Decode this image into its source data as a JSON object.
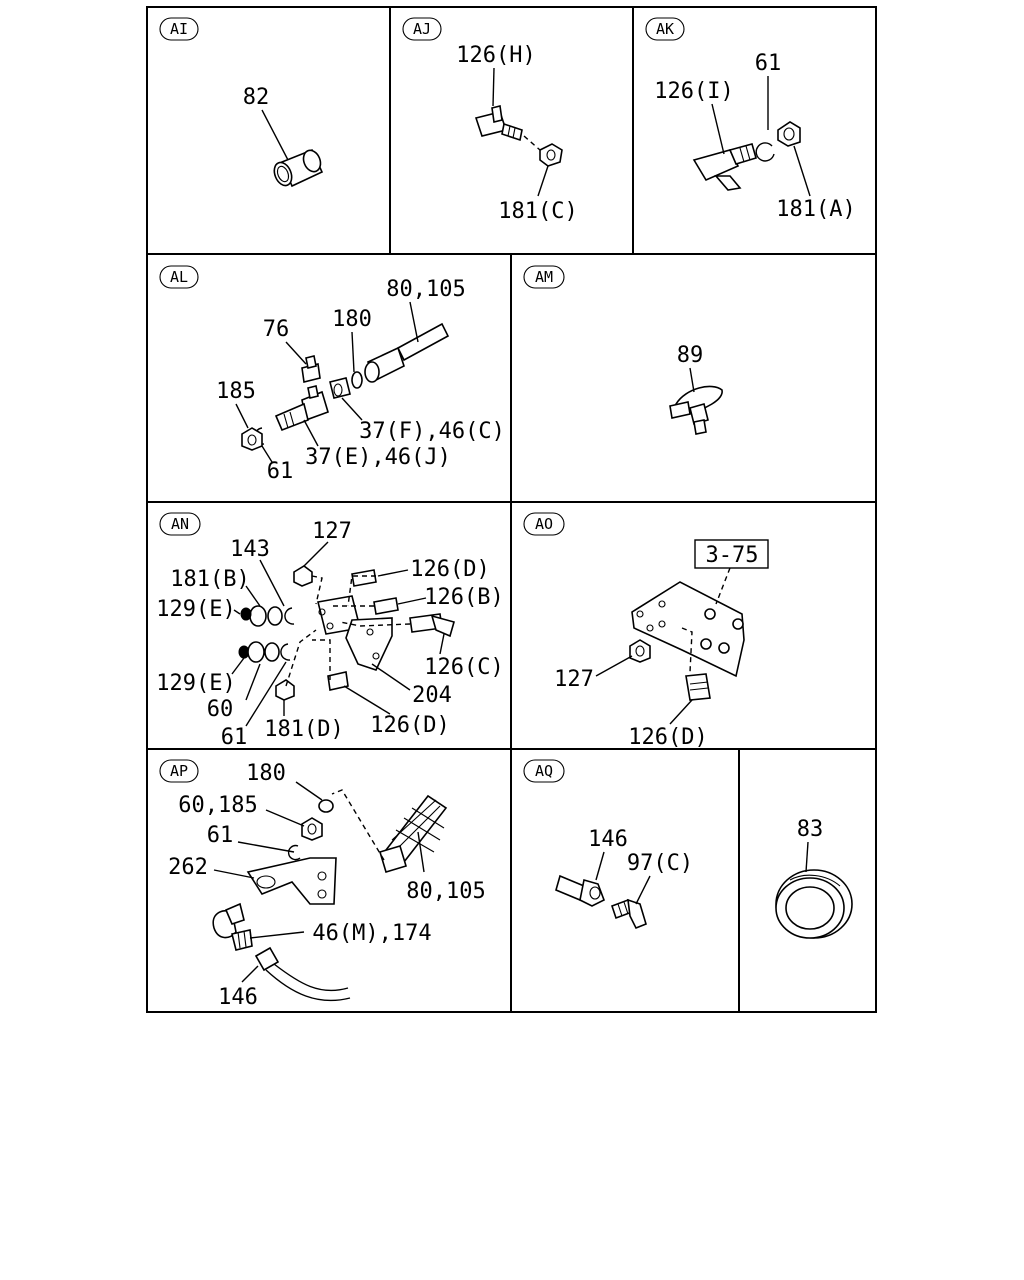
{
  "panels": {
    "ai": {
      "tag": "AI",
      "labels": {
        "p82": "82"
      }
    },
    "aj": {
      "tag": "AJ",
      "labels": {
        "p126h": "126(H)",
        "p181c": "181(C)"
      }
    },
    "ak": {
      "tag": "AK",
      "labels": {
        "p61": "61",
        "p126i": "126(I)",
        "p181a": "181(A)"
      }
    },
    "al": {
      "tag": "AL",
      "labels": {
        "p80_105": "80,105",
        "p76": "76",
        "p180": "180",
        "p185": "185",
        "p37f_46c": "37(F),46(C)",
        "p37e_46j": "37(E),46(J)",
        "p61": "61"
      }
    },
    "am": {
      "tag": "AM",
      "labels": {
        "p89": "89"
      }
    },
    "an": {
      "tag": "AN",
      "labels": {
        "p127": "127",
        "p143": "143",
        "p126d_top": "126(D)",
        "p181b": "181(B)",
        "p126b": "126(B)",
        "p129e_top": "129(E)",
        "p126c": "126(C)",
        "p129e_bottom": "129(E)",
        "p204": "204",
        "p60": "60",
        "p126d_bottom": "126(D)",
        "p61": "61",
        "p181d": "181(D)"
      }
    },
    "ao": {
      "tag": "AO",
      "labels": {
        "ref3_75": "3-75",
        "p127": "127",
        "p126d": "126(D)"
      }
    },
    "ap": {
      "tag": "AP",
      "labels": {
        "p180": "180",
        "p60_185": "60,185",
        "p61": "61",
        "p262": "262",
        "p80_105": "80,105",
        "p46m_174": "46(M),174",
        "p146": "146"
      }
    },
    "aq": {
      "tag": "AQ",
      "labels": {
        "p146": "146",
        "p97c": "97(C)"
      }
    },
    "seal": {
      "labels": {
        "p83": "83"
      }
    }
  }
}
